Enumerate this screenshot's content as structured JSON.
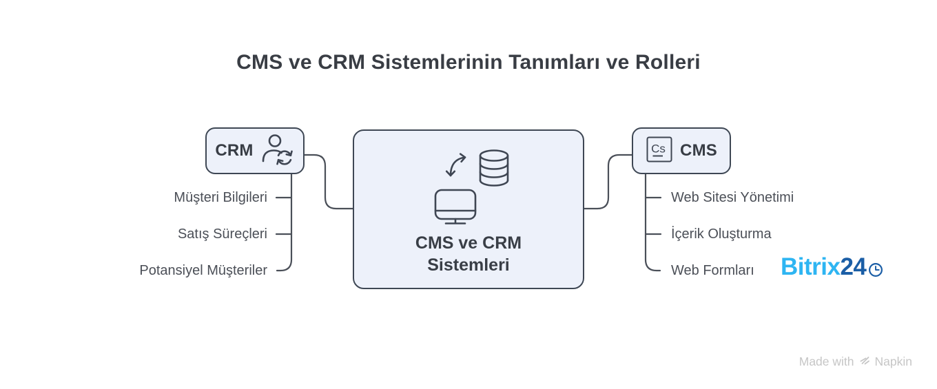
{
  "title": "CMS ve CRM Sistemlerinin Tanımları ve Rolleri",
  "center_node": {
    "label_lines": [
      "CMS ve CRM",
      "Sistemleri"
    ],
    "icons": [
      "transfer-arrow-icon",
      "database-icon",
      "monitor-icon"
    ]
  },
  "crm_node": {
    "label": "CRM",
    "icon": "user-sync-icon",
    "items": [
      "Müşteri Bilgileri",
      "Satış Süreçleri",
      "Potansiyel Müşteriler"
    ]
  },
  "cms_node": {
    "label": "CMS",
    "icon": "cs-square-icon",
    "items": [
      "Web Sitesi Yönetimi",
      "İçerik Oluşturma",
      "Web Formları"
    ]
  },
  "branding": {
    "name": "Bitrix",
    "number": "24",
    "icon": "clock-icon"
  },
  "watermark": {
    "prefix": "Made with",
    "brand": "Napkin",
    "icon": "napkin-logo-icon"
  },
  "colors": {
    "node_fill": "#edf1fa",
    "node_border": "#3e4754",
    "connector": "#4a4f58",
    "title_text": "#393d44",
    "item_text": "#4b4f57",
    "bitrix_light_blue": "#2eb5f2",
    "bitrix_dark_blue": "#1b5ea6",
    "watermark_gray": "#c6c6c6"
  }
}
